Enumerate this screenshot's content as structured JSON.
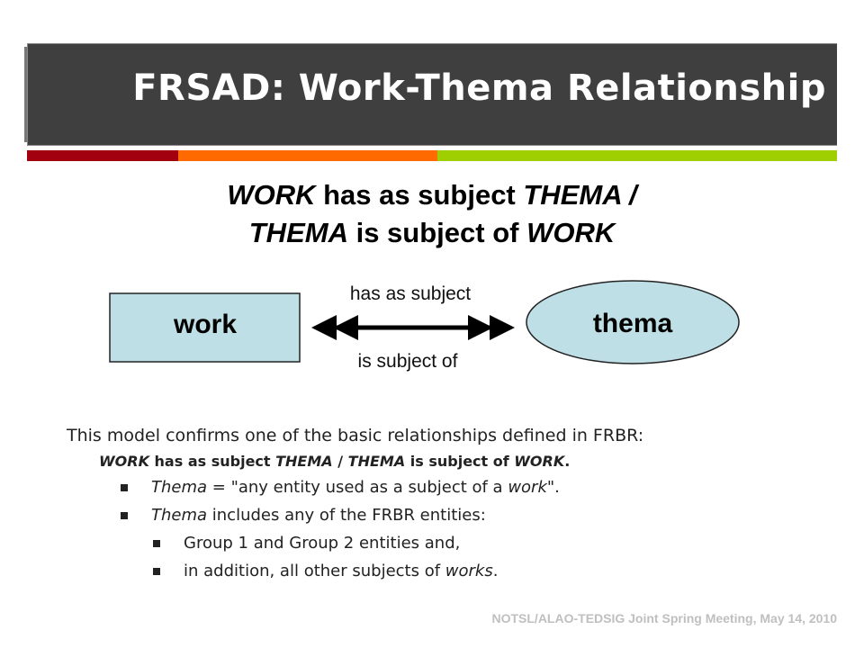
{
  "title": "FRSAD:  Work-Thema Relationship",
  "accent_colors": [
    "#a3000f",
    "#ff6a00",
    "#9fcf00"
  ],
  "subtitle": {
    "line1_a": "WORK",
    "line1_b": " has as subject ",
    "line1_c": "THEMA /",
    "line2_a": "THEMA",
    "line2_b": " is subject of ",
    "line2_c": "WORK"
  },
  "diagram": {
    "left_box": "work",
    "right_ellipse": "thema",
    "top_label": "has as subject",
    "bottom_label": "is subject of",
    "box_fill": "#bfdfe6",
    "ellipse_fill": "#bfdfe6"
  },
  "body": {
    "intro": "This model confirms one of the basic relationships defined in FRBR:",
    "relation": {
      "a": "WORK",
      "b": " has as subject ",
      "c": "THEMA",
      "d": " / ",
      "e": "THEMA",
      "f": " is subject of ",
      "g": "WORK",
      "h": "."
    },
    "bullet1": {
      "a": "Thema",
      "b": " = \"any entity used as a subject of a ",
      "c": "work",
      "d": "\"."
    },
    "bullet2": {
      "a": "Thema",
      "b": " includes any of the FRBR entities:"
    },
    "bullet3": "Group 1 and Group 2 entities and,",
    "bullet4": {
      "a": "in addition, all other subjects of ",
      "b": "works",
      "c": "."
    }
  },
  "footer": "NOTSL/ALAO-TEDSIG Joint Spring Meeting, May 14, 2010"
}
